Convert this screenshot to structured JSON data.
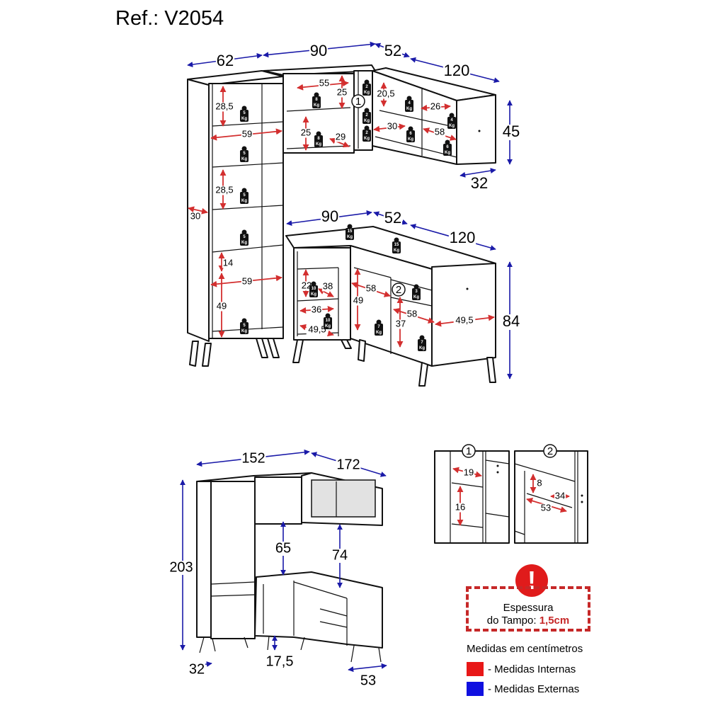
{
  "title": "Ref.: V2054",
  "colors": {
    "internal": "#d32f2f",
    "external": "#1a1aa8"
  },
  "top_view": {
    "external_dims": [
      "62",
      "90",
      "52",
      "120",
      "45",
      "32",
      "90",
      "52",
      "120",
      "84"
    ],
    "internal_dims": [
      "28,5",
      "59",
      "28,5",
      "30",
      "14",
      "59",
      "49",
      "55",
      "25",
      "25",
      "29",
      "20,5",
      "26",
      "30",
      "58",
      "22",
      "38",
      "36",
      "49,5",
      "58",
      "49",
      "58",
      "37",
      "49,5"
    ],
    "weights": [
      "5",
      "5",
      "5",
      "5",
      "5",
      "8",
      "8",
      "2",
      "2",
      "2",
      "4",
      "4",
      "6",
      "6",
      "15",
      "15",
      "10",
      "10",
      "3",
      "7",
      "7"
    ],
    "weight_unit": "Kg",
    "detail_markers": [
      "1",
      "2"
    ]
  },
  "bottom_view": {
    "external_dims": [
      "152",
      "172",
      "203",
      "65",
      "74",
      "32",
      "17,5",
      "53"
    ]
  },
  "details": [
    {
      "marker": "1",
      "dims": [
        "19",
        "16"
      ]
    },
    {
      "marker": "2",
      "dims": [
        "8",
        "34",
        "53"
      ]
    }
  ],
  "notice": {
    "line1": "Espessura",
    "line2": "do Tampo:",
    "value": "1,5cm",
    "icon": "exclamation-icon"
  },
  "units_note": "Medidas em centímetros",
  "legend": [
    {
      "label": "- Medidas Internas",
      "color": "#e81818"
    },
    {
      "label": "- Medidas Externas",
      "color": "#1010e0"
    }
  ]
}
